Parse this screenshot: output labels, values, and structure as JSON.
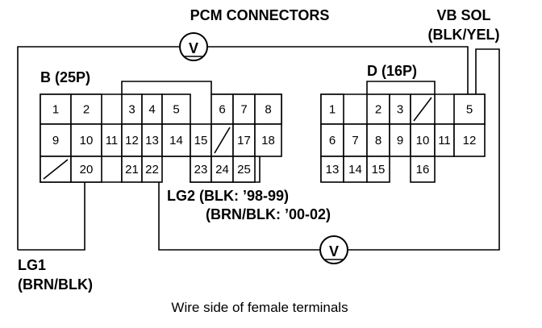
{
  "title": "PCM CONNECTORS",
  "vb_sol": {
    "name": "VB SOL",
    "color": "(BLK/YEL)"
  },
  "connector_b": {
    "label": "B (25P)",
    "pins": [
      "1",
      "2",
      "3",
      "4",
      "5",
      "6",
      "7",
      "8",
      "9",
      "10",
      "11",
      "12",
      "13",
      "14",
      "15",
      "17",
      "18",
      "20",
      "21",
      "22",
      "23",
      "24",
      "25"
    ]
  },
  "connector_d": {
    "label": "D (16P)",
    "pins": [
      "1",
      "2",
      "3",
      "5",
      "6",
      "7",
      "8",
      "9",
      "10",
      "11",
      "12",
      "13",
      "14",
      "15",
      "16"
    ]
  },
  "lg2": {
    "line1": "LG2 (BLK: ’98-99)",
    "line2": "(BRN/BLK: ’00-02)"
  },
  "lg1": {
    "name": "LG1",
    "color": "(BRN/BLK)"
  },
  "meter_symbol": "V",
  "caption": "Wire side of female terminals"
}
